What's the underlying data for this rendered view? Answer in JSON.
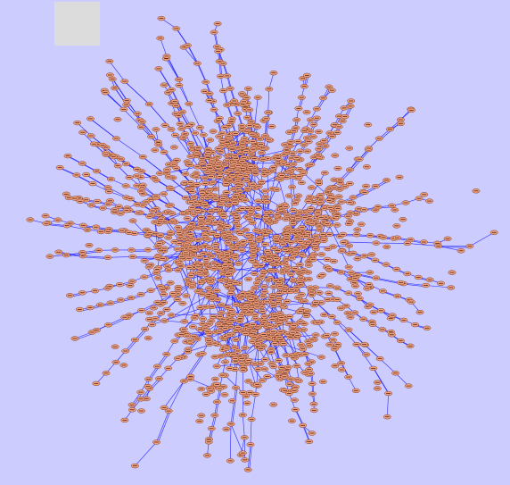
{
  "colors": {
    "background": "#ccccff",
    "edge": "#1a1aff",
    "node_fill": "#f0a080",
    "node_stroke": "#7a3b1e",
    "node_label": "#3a1a0a",
    "thumbnail": "#dcdcdc"
  },
  "graph": {
    "layout": "force-directed",
    "core_node_count": 1200,
    "tendril_count": 60
  },
  "overview_panel": {
    "icon": "overview-thumbnail"
  }
}
